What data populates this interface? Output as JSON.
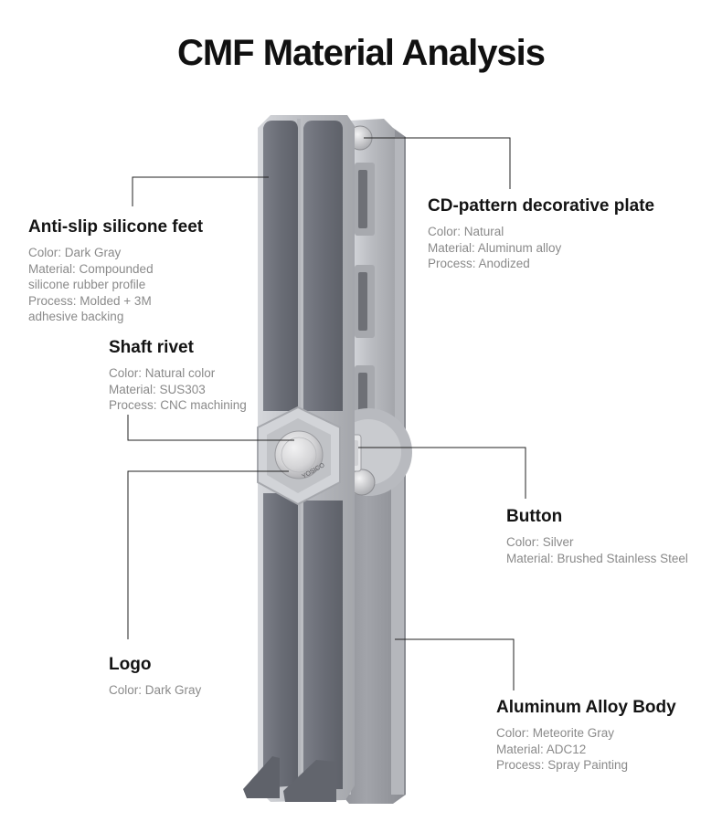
{
  "title": "CMF Material Analysis",
  "callouts": {
    "silicone_feet": {
      "heading": "Anti-slip silicone feet",
      "lines": [
        "Color: Dark Gray",
        "Material: Compounded",
        "silicone rubber profile",
        "Process: Molded + 3M",
        "adhesive backing"
      ]
    },
    "shaft_rivet": {
      "heading": "Shaft rivet",
      "lines": [
        "Color: Natural color",
        "Material: SUS303",
        "Process: CNC machining"
      ]
    },
    "logo": {
      "heading": "Logo",
      "lines": [
        "Color: Dark Gray"
      ]
    },
    "cd_plate": {
      "heading": "CD-pattern decorative plate",
      "lines": [
        "Color: Natural",
        "Material: Aluminum alloy",
        "Process: Anodized"
      ]
    },
    "button": {
      "heading": "Button",
      "lines": [
        "Color: Silver",
        "Material: Brushed Stainless Steel"
      ]
    },
    "body": {
      "heading": "Aluminum Alloy Body",
      "lines": [
        "Color: Meteorite Gray",
        "Material: ADC12",
        "Process: Spray Painting"
      ]
    }
  },
  "product": {
    "rivet_engraving": "YOSICO",
    "colors": {
      "feet": "#6d7079",
      "body": "#9c9ea4",
      "frame": "#c4c6cb",
      "rivet": "#d8d8da"
    }
  }
}
